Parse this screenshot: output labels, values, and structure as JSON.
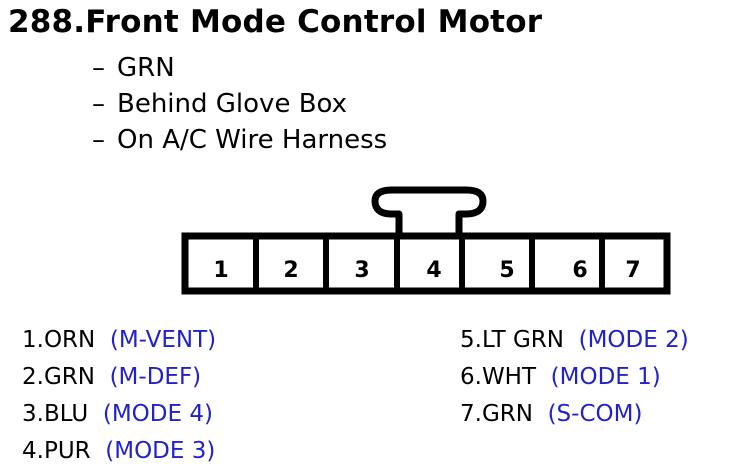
{
  "header": {
    "title": "288.Front Mode Control Motor"
  },
  "details": [
    {
      "dash": "–",
      "text": "GRN"
    },
    {
      "dash": "–",
      "text": "Behind Glove Box"
    },
    {
      "dash": "–",
      "text": "On A/C Wire Harness"
    }
  ],
  "connector": {
    "pins": [
      "1",
      "2",
      "3",
      "4",
      "5",
      "6",
      "7"
    ]
  },
  "legend": {
    "left": [
      {
        "wire": "1.ORN",
        "signal": "(M-VENT)"
      },
      {
        "wire": "2.GRN",
        "signal": "(M-DEF)"
      },
      {
        "wire": "3.BLU",
        "signal": "(MODE 4)"
      },
      {
        "wire": "4.PUR",
        "signal": "(MODE 3)"
      }
    ],
    "right": [
      {
        "wire": "5.LT GRN",
        "signal": "(MODE 2)"
      },
      {
        "wire": "6.WHT",
        "signal": "(MODE 1)"
      },
      {
        "wire": "7.GRN",
        "signal": "(S-COM)"
      }
    ]
  },
  "colors": {
    "signal_text": "#2222cc",
    "line": "#000000"
  }
}
